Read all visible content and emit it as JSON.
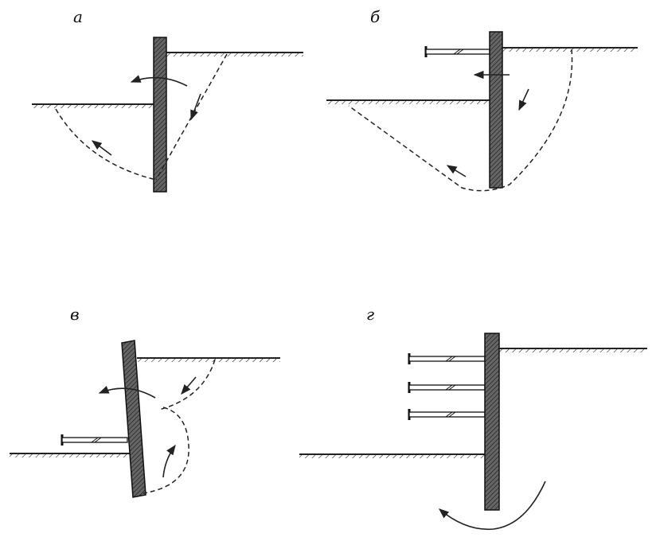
{
  "panels": [
    {
      "id": "a",
      "label": "а"
    },
    {
      "id": "b",
      "label": "б"
    },
    {
      "id": "v",
      "label": "в"
    },
    {
      "id": "g",
      "label": "г"
    }
  ],
  "colors": {
    "line": "#222222",
    "wall_fill": "#555555",
    "background": "#ffffff"
  }
}
